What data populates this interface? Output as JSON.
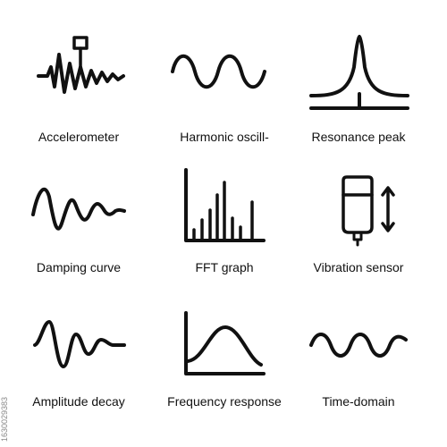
{
  "icons": [
    {
      "label": "Accelerometer",
      "icon": "accelerometer-icon"
    },
    {
      "label": "Harmonic oscill-",
      "icon": "harmonic-oscillator-icon"
    },
    {
      "label": "Resonance peak",
      "icon": "resonance-peak-icon"
    },
    {
      "label": "Damping curve",
      "icon": "damping-curve-icon"
    },
    {
      "label": "FFT graph",
      "icon": "fft-graph-icon"
    },
    {
      "label": "Vibration sensor",
      "icon": "vibration-sensor-icon"
    },
    {
      "label": "Amplitude decay",
      "icon": "amplitude-decay-icon"
    },
    {
      "label": "Frequency response",
      "icon": "frequency-response-icon"
    },
    {
      "label": "Time-domain",
      "icon": "time-domain-icon"
    }
  ],
  "watermark": "1630029383",
  "colors": {
    "stroke": "#111111",
    "background": "#ffffff"
  }
}
